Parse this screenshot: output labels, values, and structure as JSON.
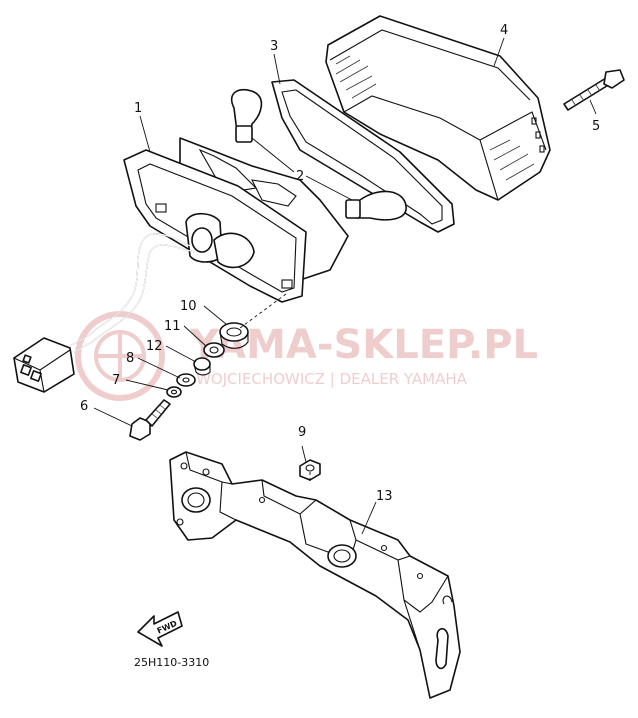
{
  "diagram": {
    "parts": [
      {
        "number": "1"
      },
      {
        "number": "2"
      },
      {
        "number": "3"
      },
      {
        "number": "4"
      },
      {
        "number": "5"
      },
      {
        "number": "6"
      },
      {
        "number": "7"
      },
      {
        "number": "8"
      },
      {
        "number": "9"
      },
      {
        "number": "10"
      },
      {
        "number": "11"
      },
      {
        "number": "12"
      },
      {
        "number": "13"
      }
    ],
    "fwd_label": "FWD",
    "figure_code": "25H110-3310"
  },
  "watermark": {
    "brand": "YAMA-SKLEP.PL",
    "subtitle": "WOJCIECHOWICZ | DEALER YAMAHA",
    "color": "#e3a6a6"
  }
}
